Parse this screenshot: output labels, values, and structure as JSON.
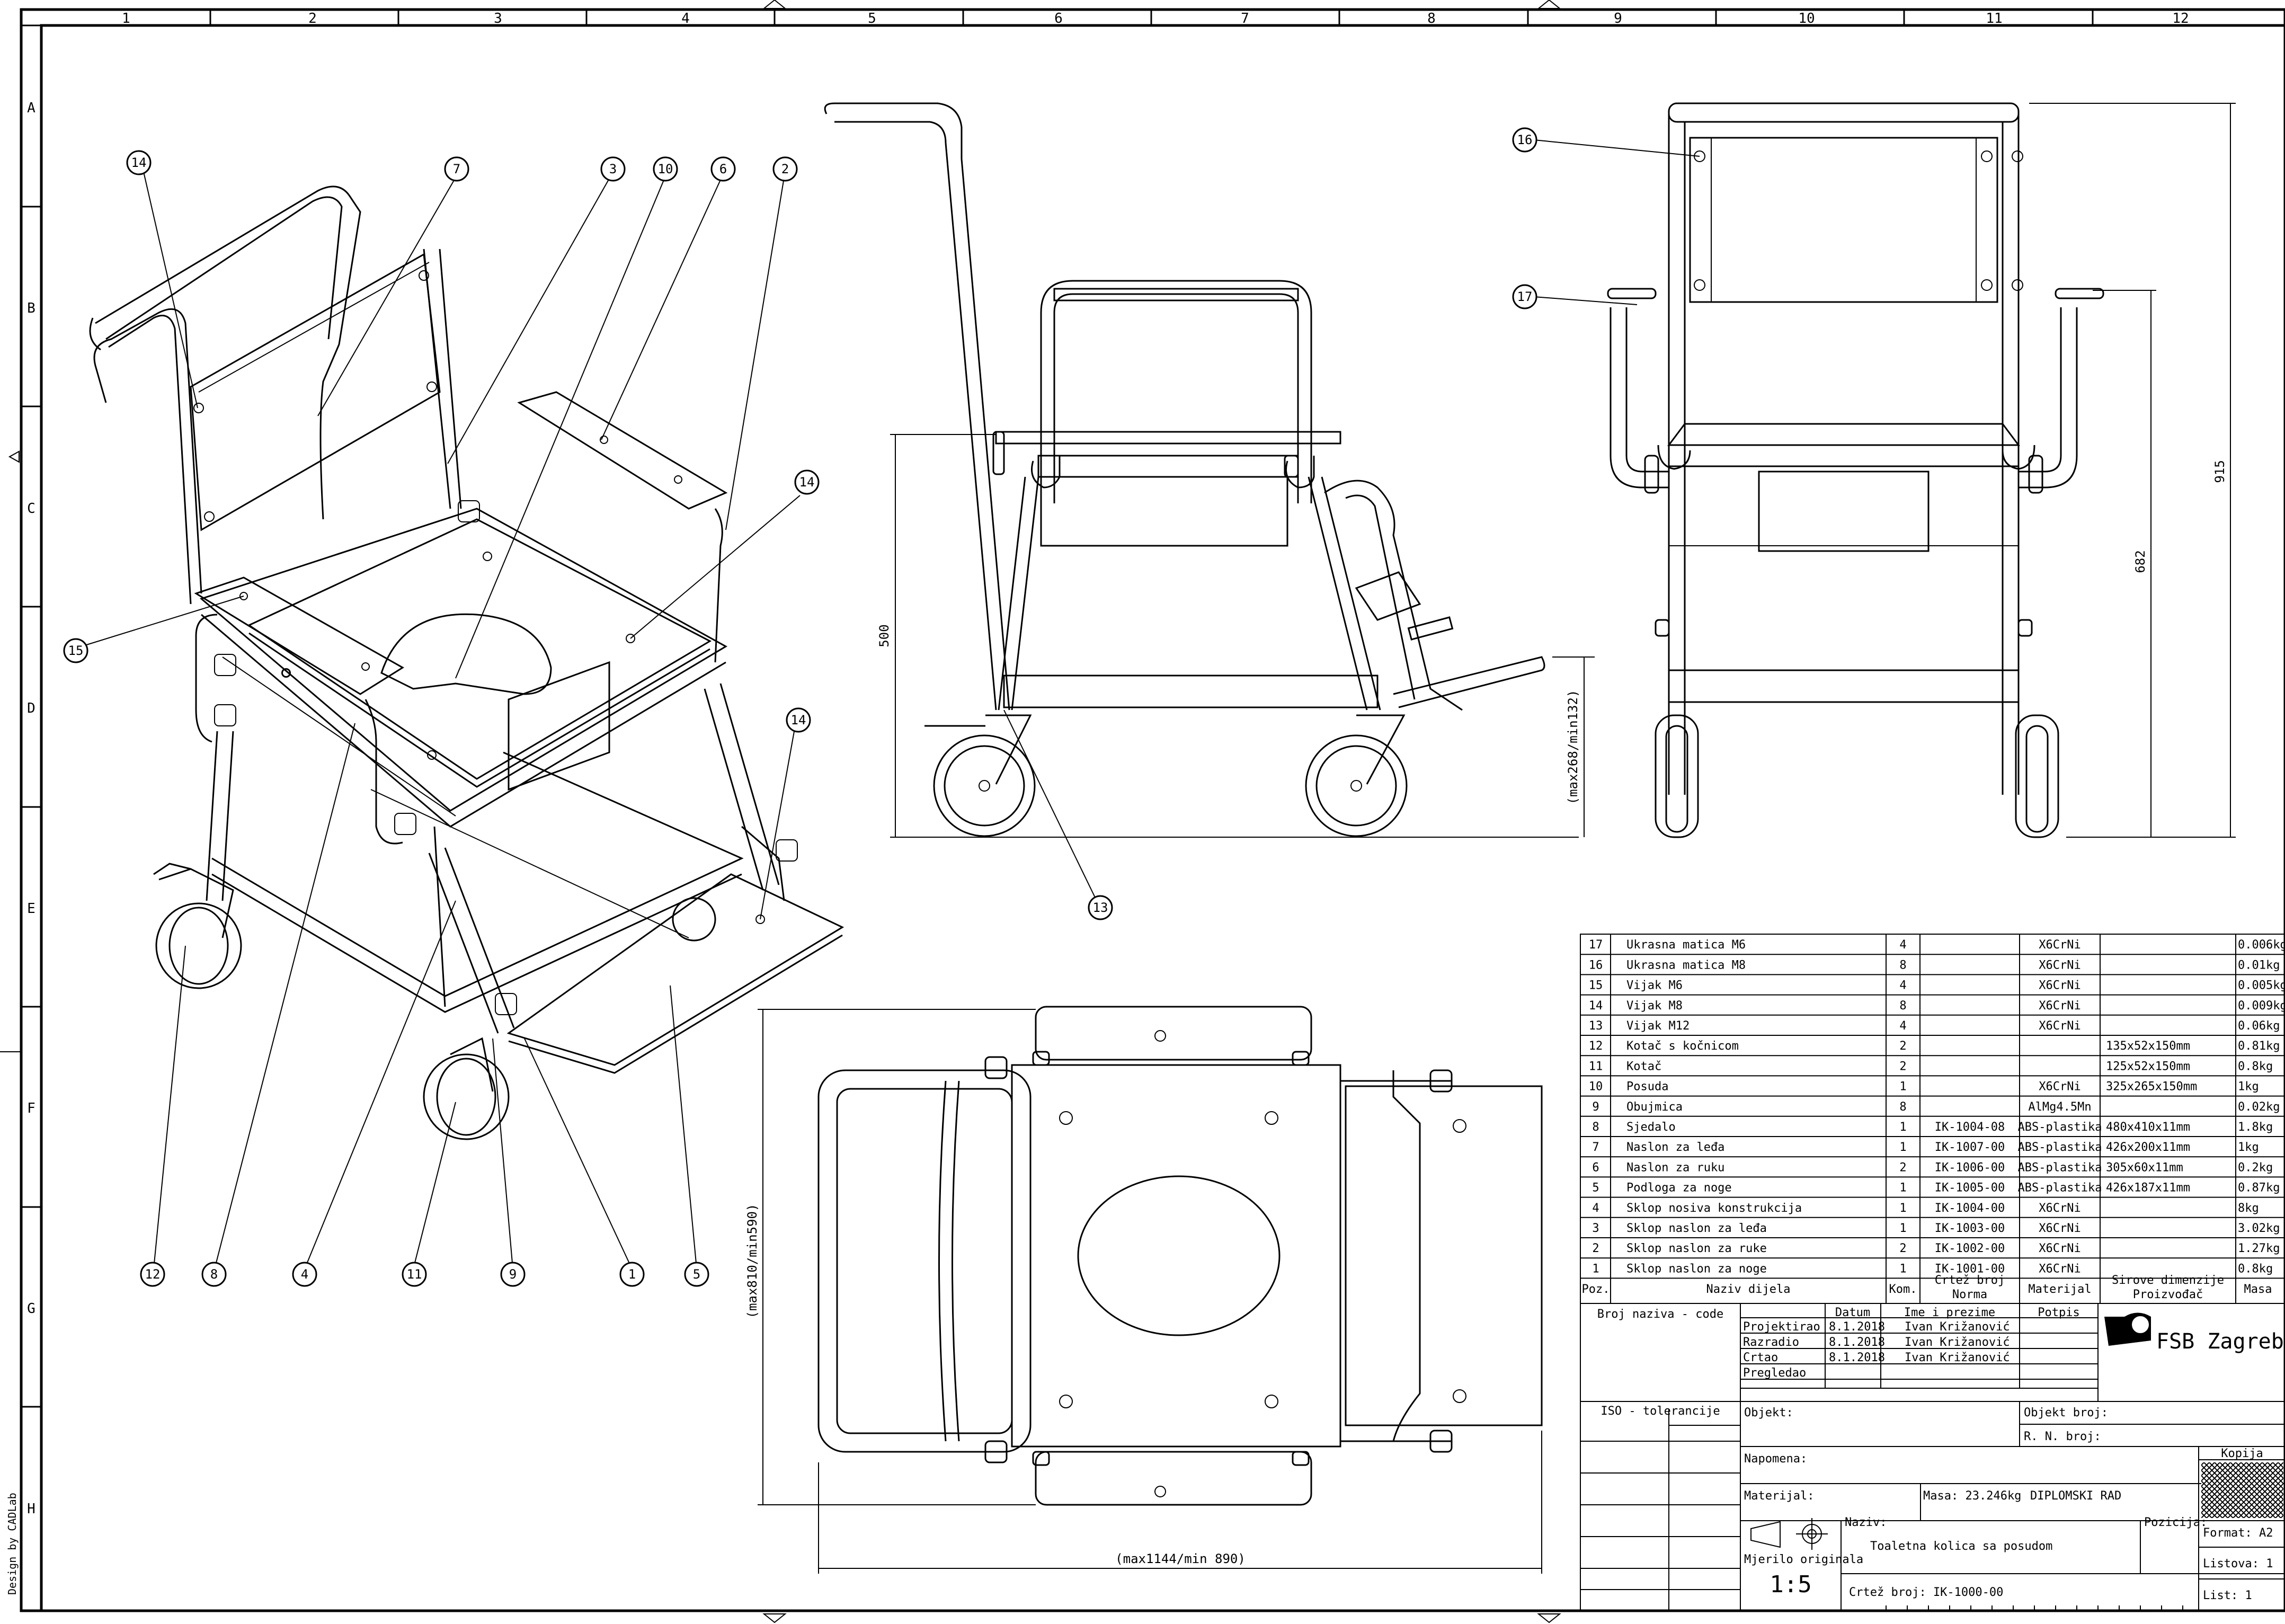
{
  "frame": {
    "columns": [
      "1",
      "2",
      "3",
      "4",
      "5",
      "6",
      "7",
      "8",
      "9",
      "10",
      "11",
      "12"
    ],
    "rows": [
      "A",
      "B",
      "C",
      "D",
      "E",
      "F",
      "G",
      "H"
    ],
    "side_note": "Design by CADLab"
  },
  "balloons": {
    "iso": [
      "14",
      "7",
      "3",
      "10",
      "6",
      "2",
      "14",
      "15",
      "14",
      "12",
      "8",
      "4",
      "11",
      "9",
      "1",
      "5"
    ],
    "side": "13",
    "front": [
      "16",
      "17"
    ]
  },
  "dimensions": {
    "side_height": "500",
    "side_foot": "(max268/min132)",
    "front_915": "915",
    "front_682": "682",
    "top_width": "(max810/min590)",
    "top_length": "(max1144/min 890)"
  },
  "parts_list": {
    "headers": {
      "poz": "Poz.",
      "naziv": "Naziv dijela",
      "kom": "Kom.",
      "crtez": "Crtež broj",
      "norma": "Norma",
      "materijal": "Materijal",
      "sirove": "Sirove dimenzije",
      "proizvodac": "Proizvođač",
      "masa": "Masa"
    },
    "rows": [
      {
        "poz": "17",
        "naziv": "Ukrasna matica M6",
        "kom": "4",
        "crtez": "",
        "mat": "X6CrNi",
        "dim": "",
        "masa": "0.006kg"
      },
      {
        "poz": "16",
        "naziv": "Ukrasna matica M8",
        "kom": "8",
        "crtez": "",
        "mat": "X6CrNi",
        "dim": "",
        "masa": "0.01kg"
      },
      {
        "poz": "15",
        "naziv": "Vijak M6",
        "kom": "4",
        "crtez": "",
        "mat": "X6CrNi",
        "dim": "",
        "masa": "0.005kg"
      },
      {
        "poz": "14",
        "naziv": "Vijak M8",
        "kom": "8",
        "crtez": "",
        "mat": "X6CrNi",
        "dim": "",
        "masa": "0.009kg"
      },
      {
        "poz": "13",
        "naziv": "Vijak M12",
        "kom": "4",
        "crtez": "",
        "mat": "X6CrNi",
        "dim": "",
        "masa": "0.06kg"
      },
      {
        "poz": "12",
        "naziv": "Kotač s kočnicom",
        "kom": "2",
        "crtez": "",
        "mat": "",
        "dim": "135x52x150mm",
        "masa": "0.81kg"
      },
      {
        "poz": "11",
        "naziv": "Kotač",
        "kom": "2",
        "crtez": "",
        "mat": "",
        "dim": "125x52x150mm",
        "masa": "0.8kg"
      },
      {
        "poz": "10",
        "naziv": "Posuda",
        "kom": "1",
        "crtez": "",
        "mat": "X6CrNi",
        "dim": "325x265x150mm",
        "masa": "1kg"
      },
      {
        "poz": "9",
        "naziv": "Obujmica",
        "kom": "8",
        "crtez": "",
        "mat": "AlMg4.5Mn",
        "dim": "",
        "masa": "0.02kg"
      },
      {
        "poz": "8",
        "naziv": "Sjedalo",
        "kom": "1",
        "crtez": "IK-1004-08",
        "mat": "ABS-plastika",
        "dim": "480x410x11mm",
        "masa": "1.8kg"
      },
      {
        "poz": "7",
        "naziv": "Naslon za leđa",
        "kom": "1",
        "crtez": "IK-1007-00",
        "mat": "ABS-plastika",
        "dim": "426x200x11mm",
        "masa": "1kg"
      },
      {
        "poz": "6",
        "naziv": "Naslon za ruku",
        "kom": "2",
        "crtez": "IK-1006-00",
        "mat": "ABS-plastika",
        "dim": "305x60x11mm",
        "masa": "0.2kg"
      },
      {
        "poz": "5",
        "naziv": "Podloga za noge",
        "kom": "1",
        "crtez": "IK-1005-00",
        "mat": "ABS-plastika",
        "dim": "426x187x11mm",
        "masa": "0.87kg"
      },
      {
        "poz": "4",
        "naziv": "Sklop nosiva konstrukcija",
        "kom": "1",
        "crtez": "IK-1004-00",
        "mat": "X6CrNi",
        "dim": "",
        "masa": "8kg"
      },
      {
        "poz": "3",
        "naziv": "Sklop naslon za leđa",
        "kom": "1",
        "crtez": "IK-1003-00",
        "mat": "X6CrNi",
        "dim": "",
        "masa": "3.02kg"
      },
      {
        "poz": "2",
        "naziv": "Sklop naslon za ruke",
        "kom": "2",
        "crtez": "IK-1002-00",
        "mat": "X6CrNi",
        "dim": "",
        "masa": "1.27kg"
      },
      {
        "poz": "1",
        "naziv": "Sklop naslon za noge",
        "kom": "1",
        "crtez": "IK-1001-00",
        "mat": "X6CrNi",
        "dim": "",
        "masa": "0.8kg"
      }
    ]
  },
  "title_block": {
    "broj_naziva": "Broj naziva - code",
    "datum": "Datum",
    "ime": "Ime i prezime",
    "potpis": "Potpis",
    "roles": [
      {
        "role": "Projektirao",
        "date": "8.1.2018",
        "name": "Ivan Križanović"
      },
      {
        "role": "Razradio",
        "date": "8.1.2018",
        "name": "Ivan Križanović"
      },
      {
        "role": "Crtao",
        "date": "8.1.2018",
        "name": "Ivan Križanović"
      },
      {
        "role": "Pregledao",
        "date": "",
        "name": ""
      }
    ],
    "logo_text": "FSB Zagreb",
    "iso": "ISO - tolerancije",
    "objekt": "Objekt:",
    "objekt_broj": "Objekt broj:",
    "rn_broj": "R. N. broj:",
    "napomena": "Napomena:",
    "kopija": "Kopija",
    "materijal": "Materijal:",
    "masa": "Masa: 23.246kg",
    "diplomski": "DIPLOMSKI RAD",
    "naziv_label": "Naziv:",
    "naziv": "Toaletna kolica sa posudom",
    "pozicija": "Pozicija:",
    "mjerilo_label": "Mjerilo originala",
    "mjerilo": "1:5",
    "format": "Format: A2",
    "listova": "Listova: 1",
    "crtez_broj": "Crtež broj:  IK-1000-00",
    "list": "List: 1"
  }
}
